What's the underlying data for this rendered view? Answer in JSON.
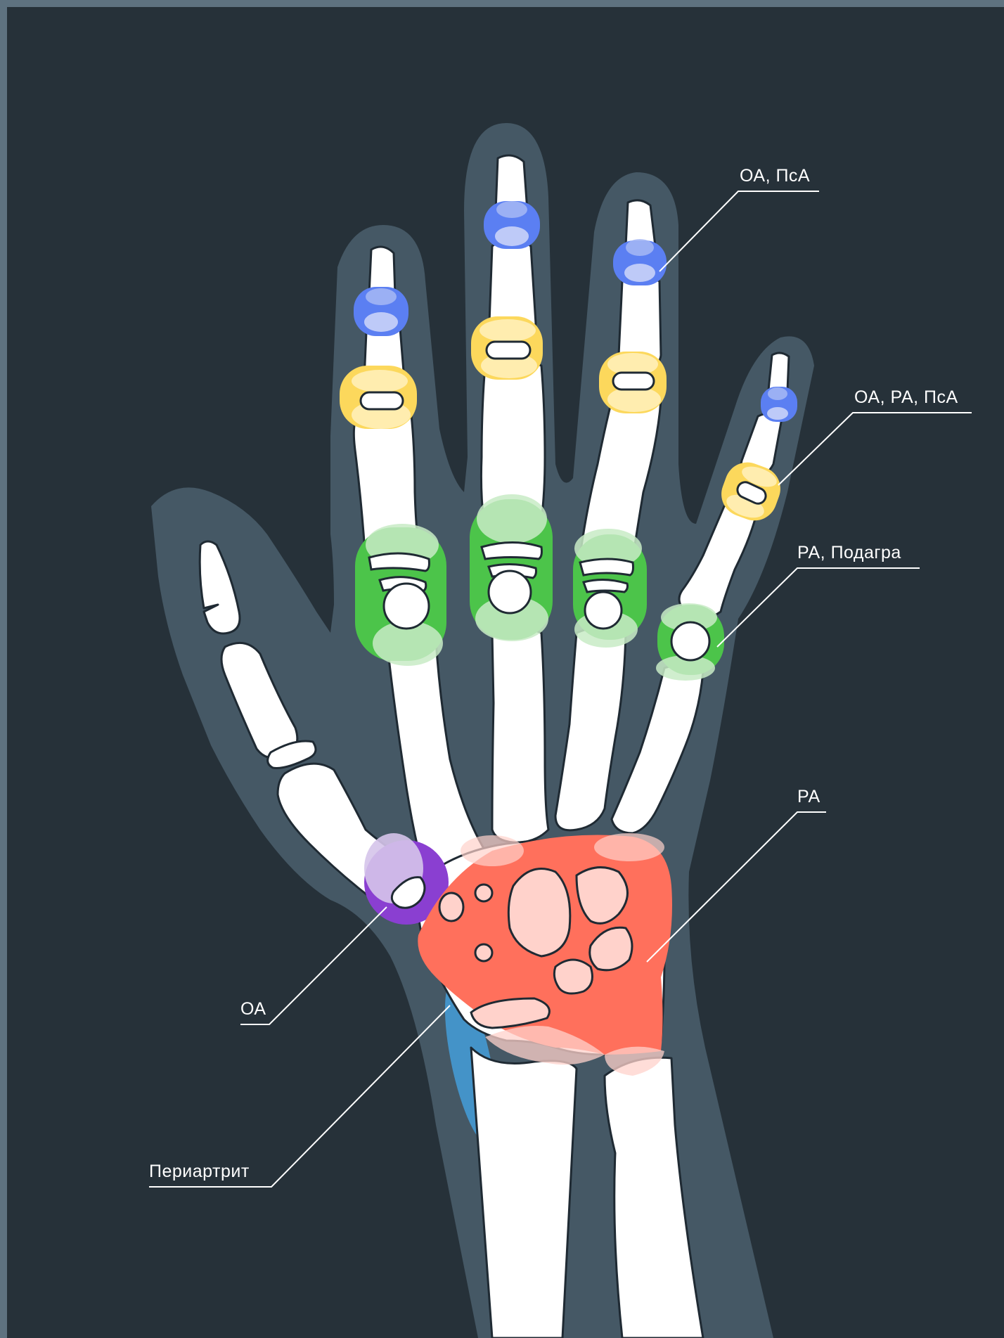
{
  "colors": {
    "frame_border": "#5e7280",
    "background": "#263139",
    "hand_silhouette": "#455865",
    "bone": "#ffffff",
    "outline": "#1f2a33",
    "blue_joint": "#5b7ff2",
    "yellow_joint": "#fcd85c",
    "green_joint": "#4cc44a",
    "purple_joint": "#8a3fd1",
    "red_joint": "#ff705c",
    "tendon_blue": "#4493c8",
    "label_text": "#ffffff"
  },
  "icons": {
    "blue": "dip-joint-icon",
    "yellow": "pip-joint-icon",
    "green": "mcp-joint-icon",
    "purple": "cmc-joint-icon",
    "red": "wrist-joint-icon",
    "tendon": "tendon-icon"
  },
  "labels": {
    "oa_psa": "ОА, ПсА",
    "oa_ra_psa": "ОА, РА, ПсА",
    "ra_gout": "РА, Подагра",
    "ra": "РА",
    "oa": "ОА",
    "periarthritis": "Периартрит"
  }
}
